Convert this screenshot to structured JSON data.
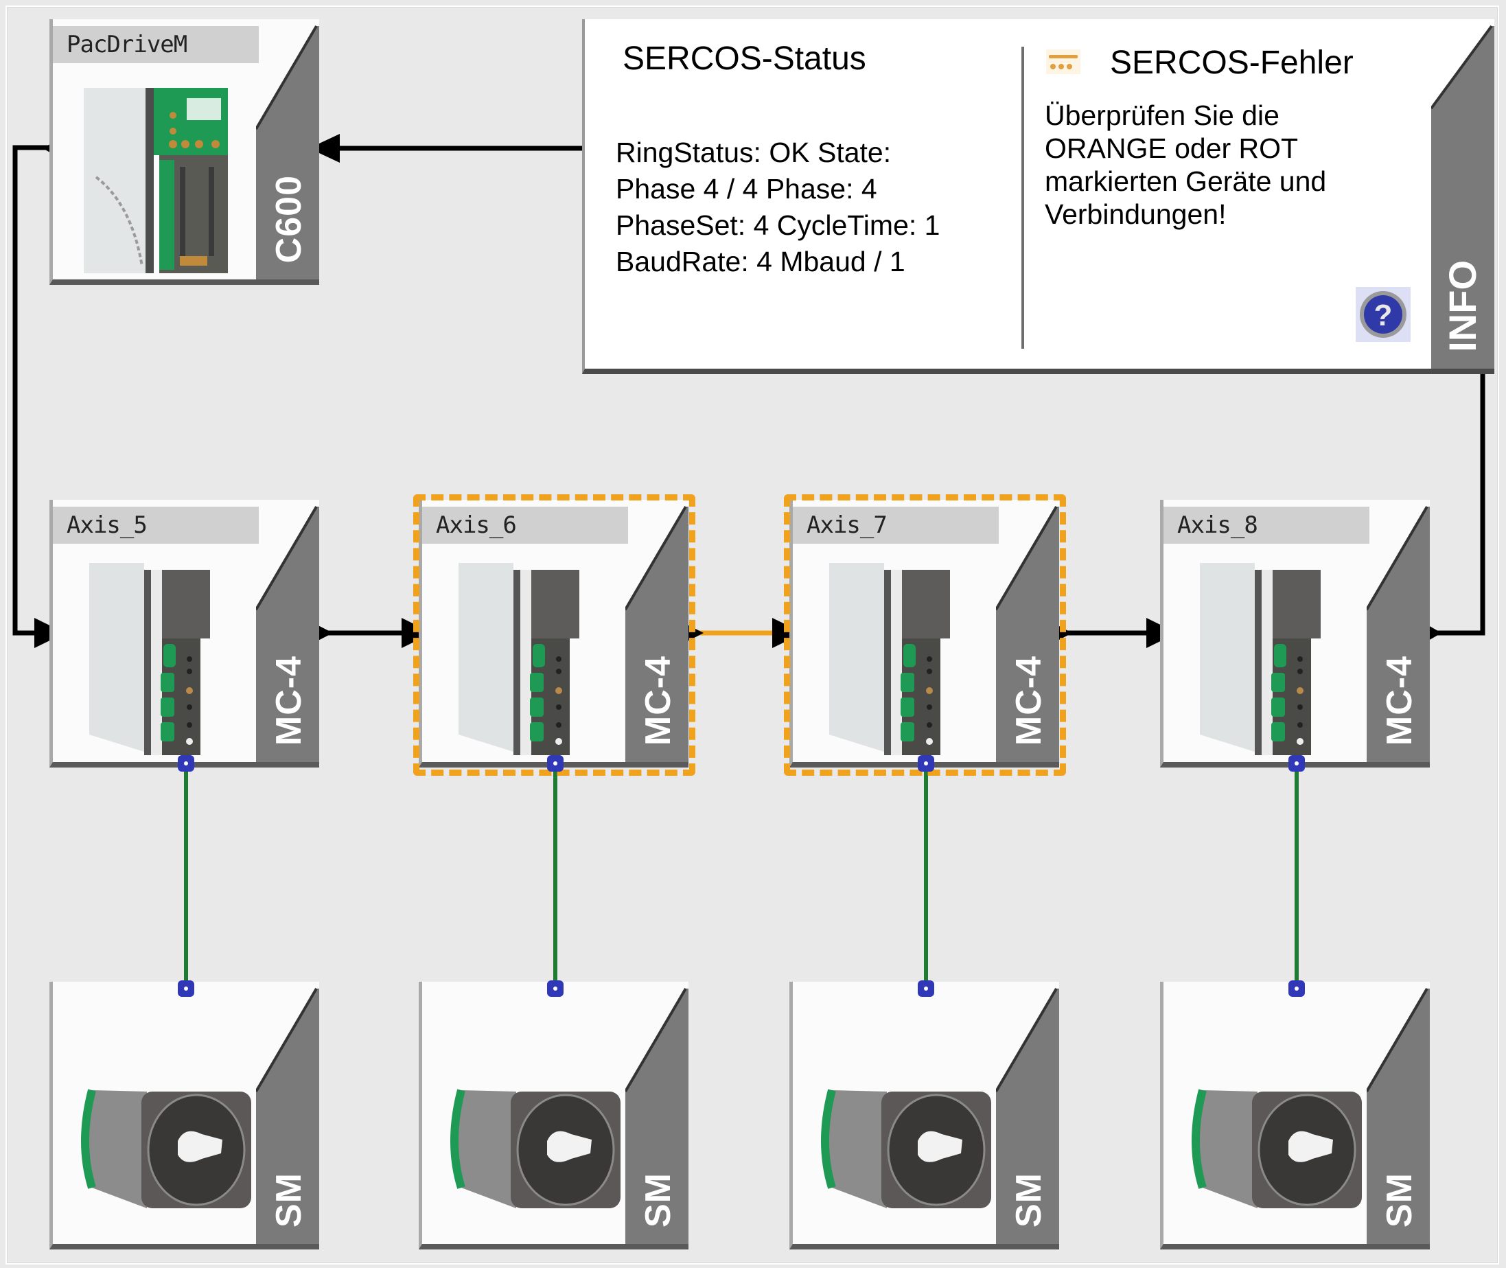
{
  "controller": {
    "title": "PacDriveM",
    "model": "C600",
    "icon": "controller-device-icon"
  },
  "info_panel": {
    "side_label": "INFO",
    "status": {
      "title": "SERCOS-Status",
      "lines": [
        "RingStatus: OK State:",
        "Phase 4 / 4 Phase: 4",
        "PhaseSet: 4 CycleTime: 1",
        "BaudRate: 4 Mbaud / 1"
      ]
    },
    "error": {
      "icon": "warning-strip-icon",
      "title": "SERCOS-Fehler",
      "lines": [
        "Überprüfen Sie die",
        "ORANGE oder ROT",
        "markierten Geräte und",
        "Verbindungen!"
      ]
    },
    "help_icon": "help-question-icon"
  },
  "axes": [
    {
      "title": "Axis_5",
      "model": "MC-4",
      "fault": false
    },
    {
      "title": "Axis_6",
      "model": "MC-4",
      "fault": true
    },
    {
      "title": "Axis_7",
      "model": "MC-4",
      "fault": true
    },
    {
      "title": "Axis_8",
      "model": "MC-4",
      "fault": false
    }
  ],
  "motors": [
    {
      "model": "SM"
    },
    {
      "model": "SM"
    },
    {
      "model": "SM"
    },
    {
      "model": "SM"
    }
  ],
  "colors": {
    "fault": "#f0a21d",
    "ring_wire": "#000000",
    "motor_wire": "#1f7a33",
    "port": "#3138b8",
    "side_panel": "#7a7a7a",
    "device_green": "#1e9a55"
  }
}
